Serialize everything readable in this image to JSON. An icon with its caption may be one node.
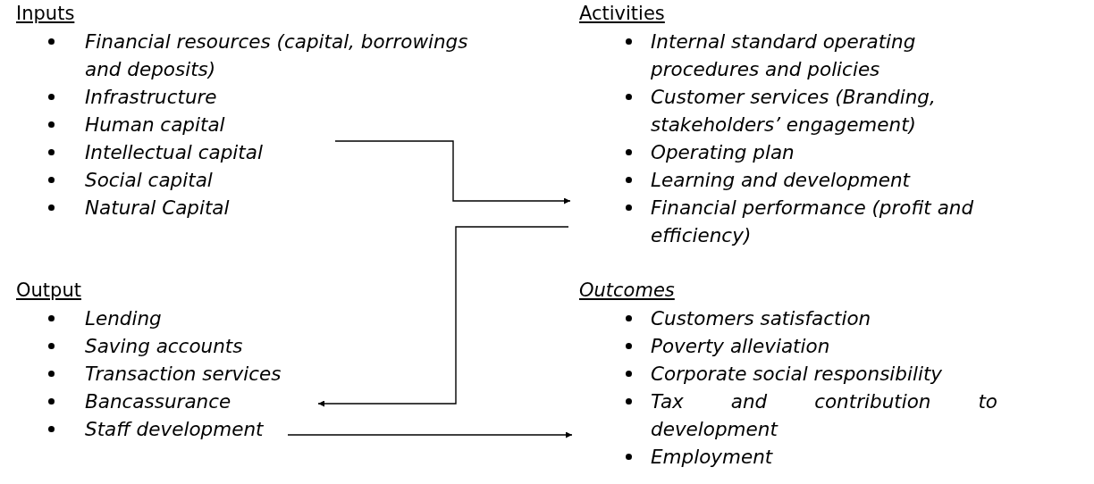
{
  "diagram": {
    "nodes": [
      {
        "text": [
          "Inputs",
          "Financial resources (capital, borrowings and deposits)",
          "Infrastructure",
          "Human capital",
          "Intellectual capital",
          "Social capital",
          "Natural Capital"
        ]
      },
      {
        "text": [
          "Activities",
          "Internal standard operating procedures and policies",
          "Customer services (Branding, stakeholders’ engagement)",
          "Operating plan",
          "Learning and development",
          "Financial performance (profit and efficiency)"
        ]
      },
      {
        "text": [
          "Output",
          "Lending",
          "Saving accounts",
          "Transaction services",
          "Bancassurance",
          "Staff development"
        ]
      },
      {
        "text": [
          "Outcomes",
          "Customers satisfaction",
          "Poverty alleviation",
          "Corporate social responsibility",
          "Tax and contribution to development",
          "Employment"
        ]
      }
    ],
    "edges": [
      {
        "from": 0,
        "to": 1,
        "arrow": "to"
      },
      {
        "from": 1,
        "to": 2,
        "arrow": "to"
      },
      {
        "from": 2,
        "to": 3,
        "arrow": "to"
      }
    ]
  }
}
